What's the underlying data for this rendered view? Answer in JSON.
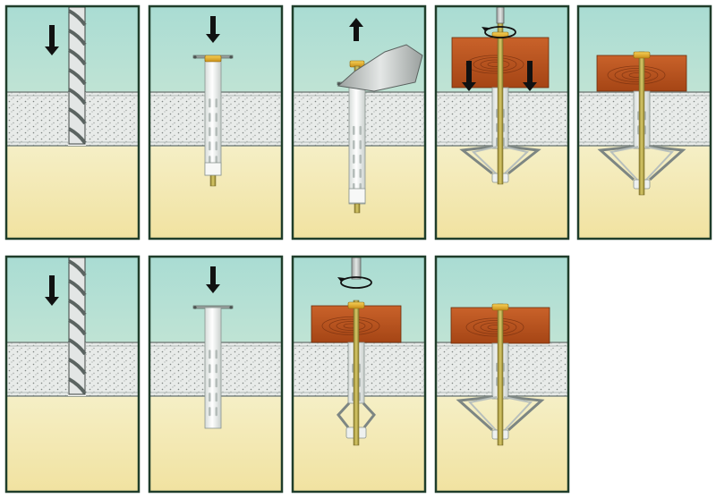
{
  "title": "",
  "colors": {
    "frame_border": "#1f3d2a",
    "sky_top": "#a9dcd3",
    "sky_bottom": "#e6f0d6",
    "ground_top": "#f3edbf",
    "ground_bottom": "#f2e3a3",
    "wall_fill": "#e9ecea",
    "wall_dots": "#8a8f8c",
    "sleeve": "#f2f4f2",
    "sleeve_stroke": "#8a9490",
    "cap": "#e8b52f",
    "bolt": "#b7a64a",
    "wood": "#b9521f",
    "wood_grain": "#7a3210",
    "arrow": "#111111",
    "tool": "#c8cccc"
  },
  "rows": [
    {
      "name": "row-1",
      "steps": [
        {
          "id": "step-1-drill",
          "action": "drill-hole",
          "arrow": "down",
          "object": "drill-bit-icon"
        },
        {
          "id": "step-2-insert",
          "action": "insert-anchor",
          "arrow": "down",
          "object": "hollow-wall-anchor-icon"
        },
        {
          "id": "step-3-setting-tool",
          "action": "remove-setting-tool",
          "arrow": "up",
          "object": "setting-tool-icon"
        },
        {
          "id": "step-4-tighten",
          "action": "tighten-through-fixture",
          "arrow": "rotate-and-down",
          "object": "wood-fixture-icon"
        },
        {
          "id": "step-5-fixed",
          "action": "fixed",
          "arrow": "none",
          "object": "wood-fixture-icon"
        }
      ]
    },
    {
      "name": "row-2",
      "steps": [
        {
          "id": "step-6-drill",
          "action": "drill-hole",
          "arrow": "down",
          "object": "drill-bit-icon"
        },
        {
          "id": "step-7-insert",
          "action": "insert-anchor",
          "arrow": "down",
          "object": "hollow-wall-anchor-icon"
        },
        {
          "id": "step-8-tighten",
          "action": "tighten-with-fixture",
          "arrow": "rotate",
          "object": "wood-fixture-icon"
        },
        {
          "id": "step-9-fixed",
          "action": "fixed",
          "arrow": "none",
          "object": "wood-fixture-icon"
        }
      ]
    }
  ]
}
